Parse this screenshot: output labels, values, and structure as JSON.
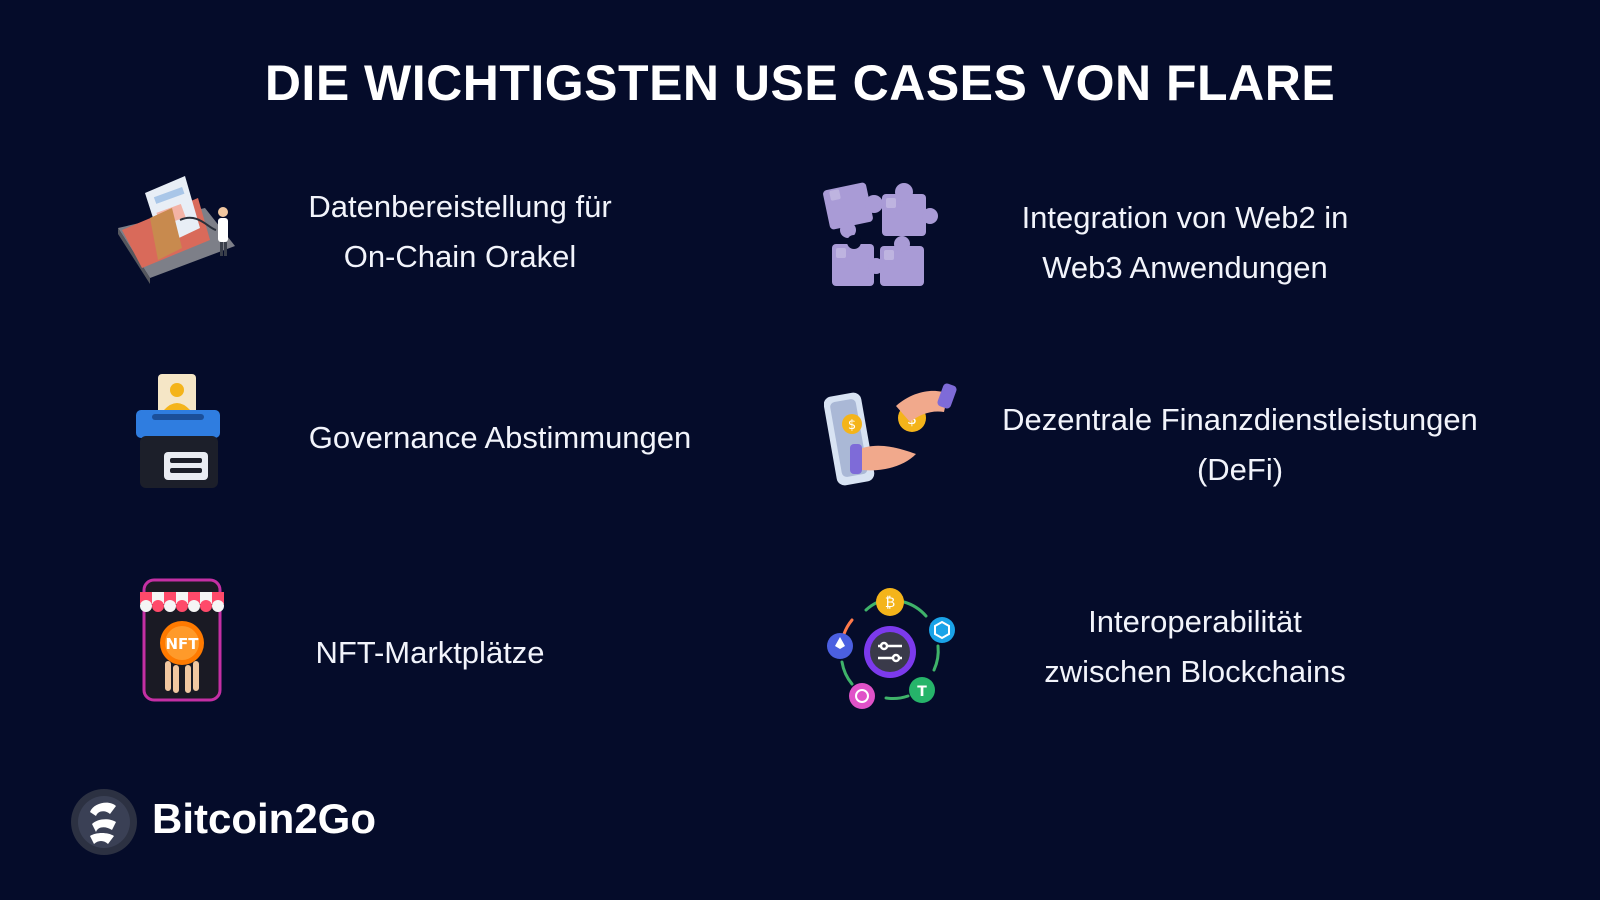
{
  "title": "DIE WICHTIGSTEN USE CASES VON FLARE",
  "use_cases": [
    {
      "id": "data-oracle",
      "icon": "laptop-data-icon",
      "lines": [
        "Datenbereistellung für",
        "On-Chain Orakel"
      ]
    },
    {
      "id": "web2-web3",
      "icon": "puzzle-icon",
      "lines": [
        "Integration von Web2 in",
        "Web3 Anwendungen"
      ]
    },
    {
      "id": "governance",
      "icon": "ballot-box-icon",
      "lines": [
        "Governance Abstimmungen"
      ]
    },
    {
      "id": "defi",
      "icon": "phone-hand-coin-icon",
      "lines": [
        "Dezentrale Finanzdienstleistungen",
        "(DeFi)"
      ]
    },
    {
      "id": "nft",
      "icon": "nft-shop-phone-icon",
      "lines": [
        "NFT-Marktplätze"
      ]
    },
    {
      "id": "interop",
      "icon": "blockchain-network-icon",
      "lines": [
        "Interoperabilität",
        "zwischen Blockchains"
      ]
    }
  ],
  "icon_texts": {
    "nft_badge": "NFT"
  },
  "brand": {
    "name": "Bitcoin2Go",
    "icon": "bitcoin2go-logo-icon"
  },
  "colors": {
    "background": "#050c2a",
    "text": "#ffffff",
    "puzzle": "#a99bd6",
    "ballot_blue": "#2f7de0",
    "nft_orange": "#ff7a00",
    "coin_gold": "#f4b41a"
  }
}
